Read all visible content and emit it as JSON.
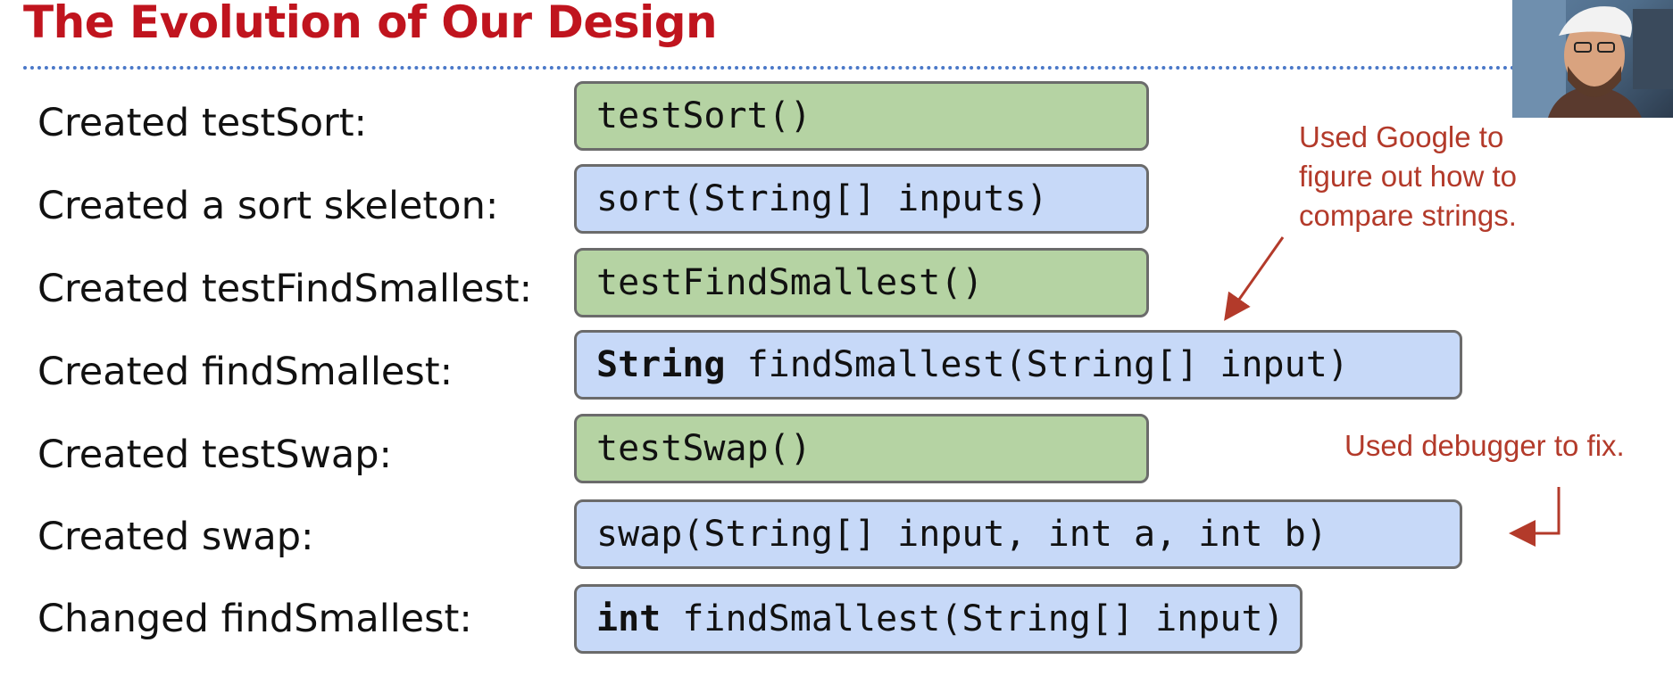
{
  "title": "The Evolution of Our Design",
  "rows": [
    {
      "label": "Created testSort:",
      "code_kw": "",
      "code": "testSort()",
      "color": "green"
    },
    {
      "label": "Created a sort skeleton:",
      "code_kw": "",
      "code": "sort(String[] inputs)",
      "color": "blue"
    },
    {
      "label": "Created testFindSmallest:",
      "code_kw": "",
      "code": "testFindSmallest()",
      "color": "green"
    },
    {
      "label": "Created findSmallest:",
      "code_kw": "String",
      "code": " findSmallest(String[] input)",
      "color": "blue"
    },
    {
      "label": "Created testSwap:",
      "code_kw": "",
      "code": "testSwap()",
      "color": "green"
    },
    {
      "label": "Created swap:",
      "code_kw": "",
      "code": "swap(String[] input, int a, int b)",
      "color": "blue"
    },
    {
      "label": "Changed findSmallest:",
      "code_kw": "int",
      "code": " findSmallest(String[] input)",
      "color": "blue"
    }
  ],
  "annotations": {
    "google": [
      "Used Google to",
      "figure out how to",
      "compare strings."
    ],
    "debugger": "Used debugger to fix."
  },
  "colors": {
    "title": "#c0141e",
    "annotation": "#b33a2a",
    "green_box": "#b5d3a3",
    "blue_box": "#c7d9f8"
  }
}
